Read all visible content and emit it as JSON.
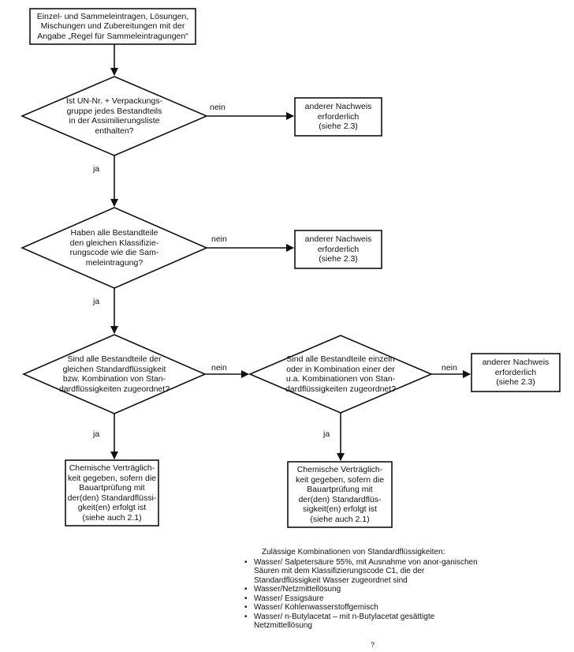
{
  "nodes": {
    "start": "Einzel- und Sammeleintragen, Lösungen,\nMischungen und Zubereitungen mit der\nAngabe „Regel für Sammeleintragungen“",
    "q1": "Ist UN-Nr. + Verpackungs-\ngruppe jedes  Bestandteils\nin der Assimilierungsliste\nenthalten?",
    "q2": "Haben alle Bestandteile\nden gleichen Klassifizie-\nrungscode wie die Sam-\nmeleintragung?",
    "q3": "Sind alle Bestandteile der\ngleichen Standardflüssigkeit\nbzw. Kombination von Stan-\ndardflüssigkeiten zugeordnet?",
    "q4": "Sind alle Bestandteile einzeln\noder in Kombination einer der\nu.a. Kombinationen von Stan-\ndardflüssigkeiten zugeordnet?",
    "other1": "anderer Nachweis\nerforderlich\n(siehe 2.3)",
    "other2": "anderer Nachweis\nerforderlich\n(siehe 2.3)",
    "other3": "anderer Nachweis\nerforderlich\n(siehe 2.3)",
    "result1": "Chemische Verträglich-\nkeit gegeben, sofern die\nBauartprüfung mit\nder(den) Standardflüssi-\ngkeit(en) erfolgt ist\n(siehe auch 2.1)",
    "result2": "Chemische Verträglich-\nkeit gegeben, sofern die\nBauartprüfung mit\nder(den) Standardflüs-\nsigkeit(en) erfolgt ist\n(siehe auch 2.1)"
  },
  "edges": {
    "q1_no": "nein",
    "q1_yes": "ja",
    "q2_no": "nein",
    "q2_yes": "ja",
    "q3_no": "nein",
    "q3_yes": "ja",
    "q4_no": "nein",
    "q4_yes": "ja"
  },
  "notes": {
    "title": "Zulässige Kombinationen von Standardflüssigkeiten:",
    "items": [
      "Wasser/ Salpetersäure 55%, mit Ausnahme von anor-ganischen Säuren mit dem Klassifizierungscode C1, die der Standardflüssigkeit Wasser zugeordnet sind",
      "Wasser/Netzmittellösung",
      "Wasser/ Essigsäure",
      "Wasser/ Kohlenwasserstoffgemisch",
      "Wasser/ n-Butylacetat – mit n-Butylacetat gesättigte Netzmittellösung"
    ]
  },
  "footnote": "?"
}
